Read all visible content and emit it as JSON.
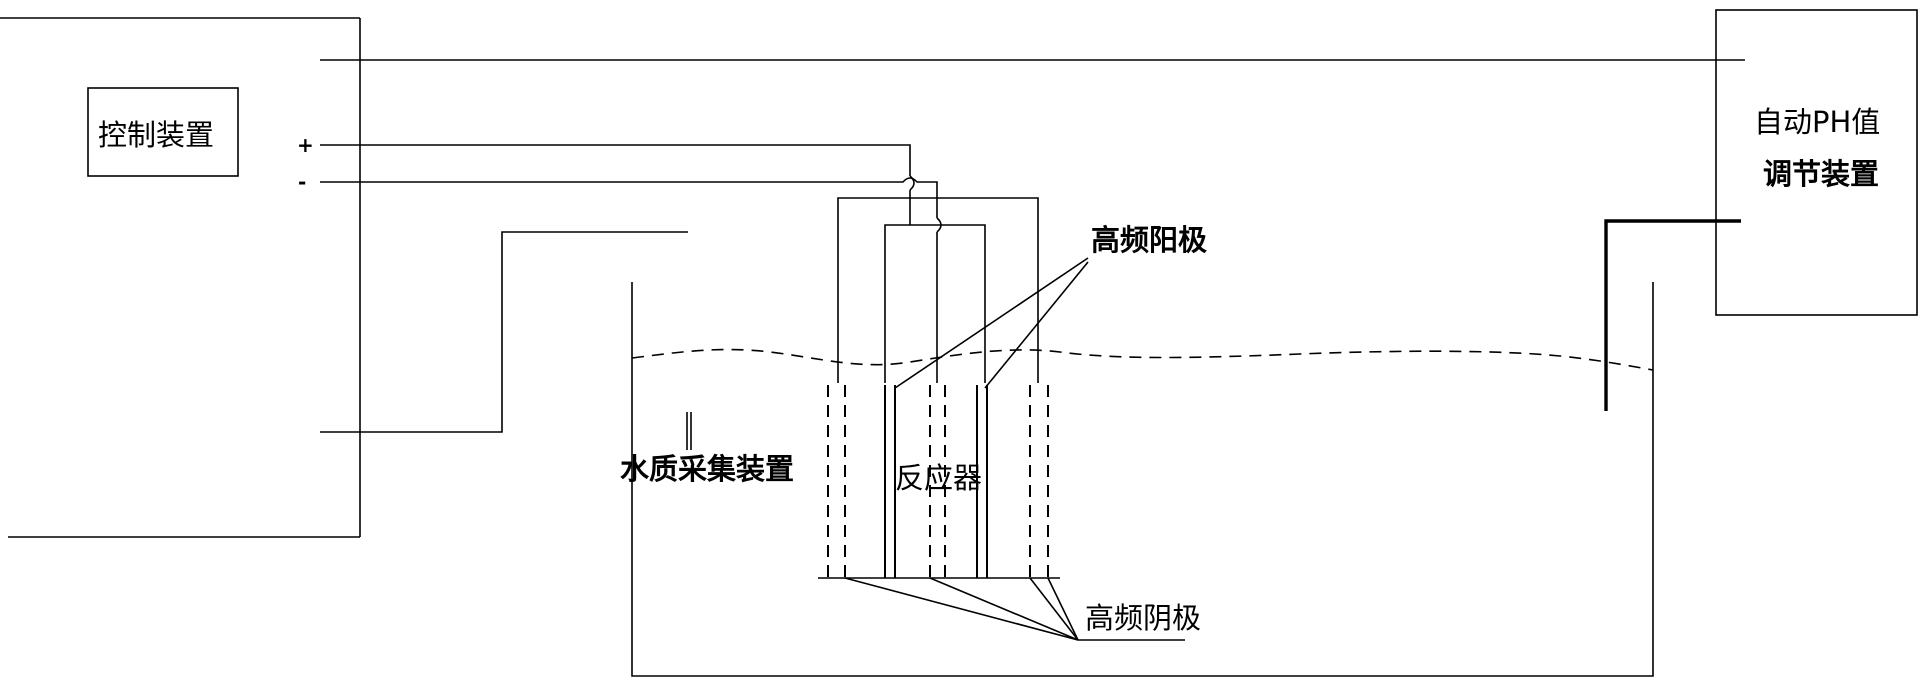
{
  "labels": {
    "control_device": "控制装置",
    "ph_device_line1": "自动PH值",
    "ph_device_line2": "调节装置",
    "high_freq_anode": "高频阳极",
    "high_freq_cathode": "高频阴极",
    "water_sampling_device": "水质采集装置",
    "reactor": "反应器",
    "plus_terminal": "+",
    "minus_terminal": "-"
  }
}
